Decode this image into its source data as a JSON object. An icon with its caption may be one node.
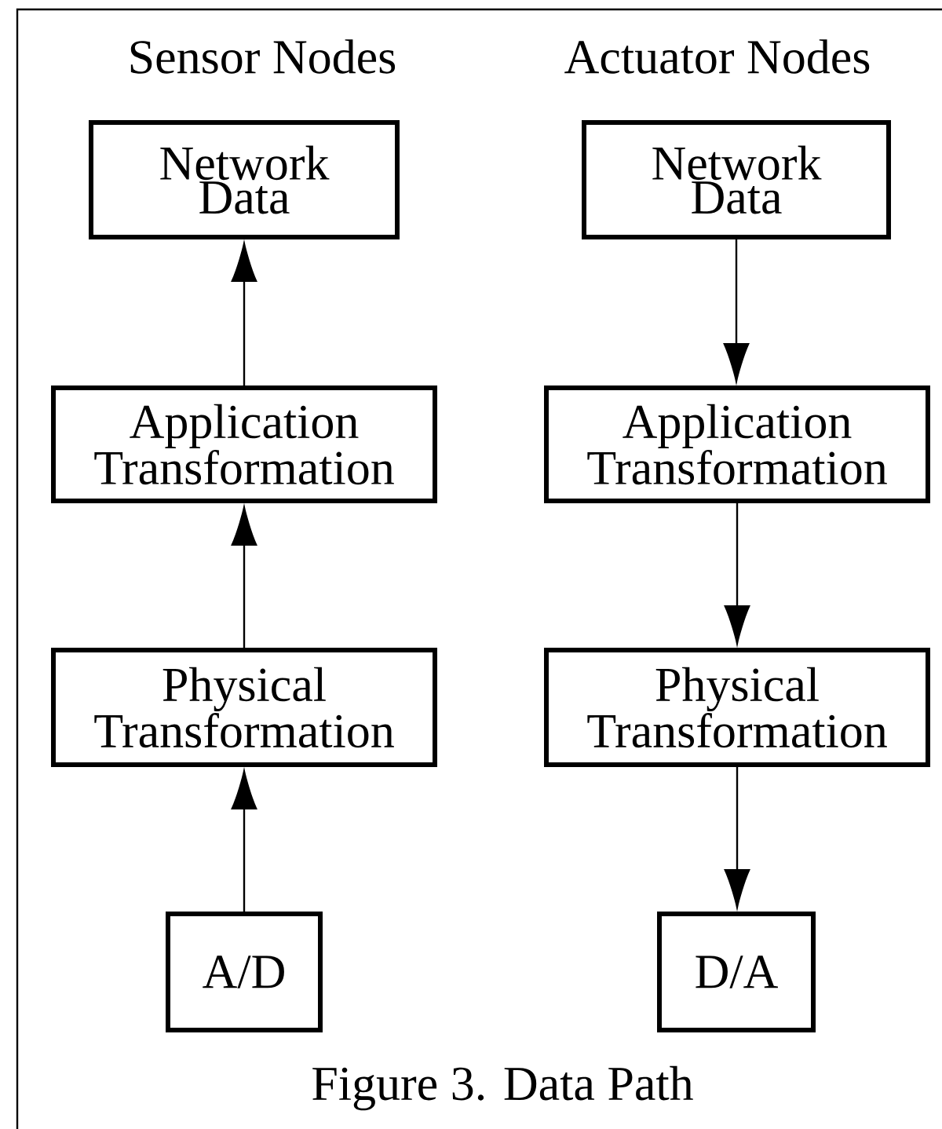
{
  "diagram": {
    "caption": "Figure 3. Data Path",
    "nodes": [
      {
        "text": [
          "Network Data"
        ]
      },
      {
        "text": [
          "Network Data"
        ]
      },
      {
        "text": [
          "Application Transformation"
        ]
      },
      {
        "text": [
          "Application Transformation"
        ]
      },
      {
        "text": [
          "Physical Transformation"
        ]
      },
      {
        "text": [
          "Physical Transformation"
        ]
      },
      {
        "text": [
          "A/D"
        ]
      },
      {
        "text": [
          "D/A"
        ]
      }
    ],
    "edges": [
      {
        "from": 6,
        "to": 4,
        "arrow": "to"
      },
      {
        "from": 4,
        "to": 2,
        "arrow": "to"
      },
      {
        "from": 2,
        "to": 0,
        "arrow": "to"
      },
      {
        "from": 1,
        "to": 3,
        "arrow": "to"
      },
      {
        "from": 3,
        "to": 5,
        "arrow": "to"
      },
      {
        "from": 5,
        "to": 7,
        "arrow": "to"
      }
    ],
    "labels": [
      "Sensor Nodes",
      "Actuator Nodes"
    ]
  }
}
